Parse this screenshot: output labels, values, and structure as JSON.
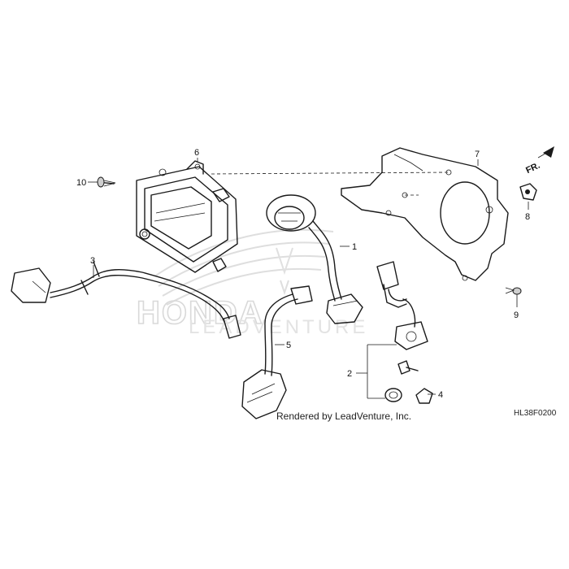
{
  "diagram": {
    "drawing_code": "HL38F0200",
    "credit": "Rendered by LeadVenture, Inc.",
    "front_label": "FR.",
    "watermark": {
      "brand": "HONDA",
      "vendor": "LEADVENTURE"
    },
    "callouts": {
      "c1": "1",
      "c2": "2",
      "c3": "3",
      "c4": "4",
      "c5": "5",
      "c6": "6",
      "c7": "7",
      "c8": "8",
      "c9": "9",
      "c10": "10"
    }
  }
}
